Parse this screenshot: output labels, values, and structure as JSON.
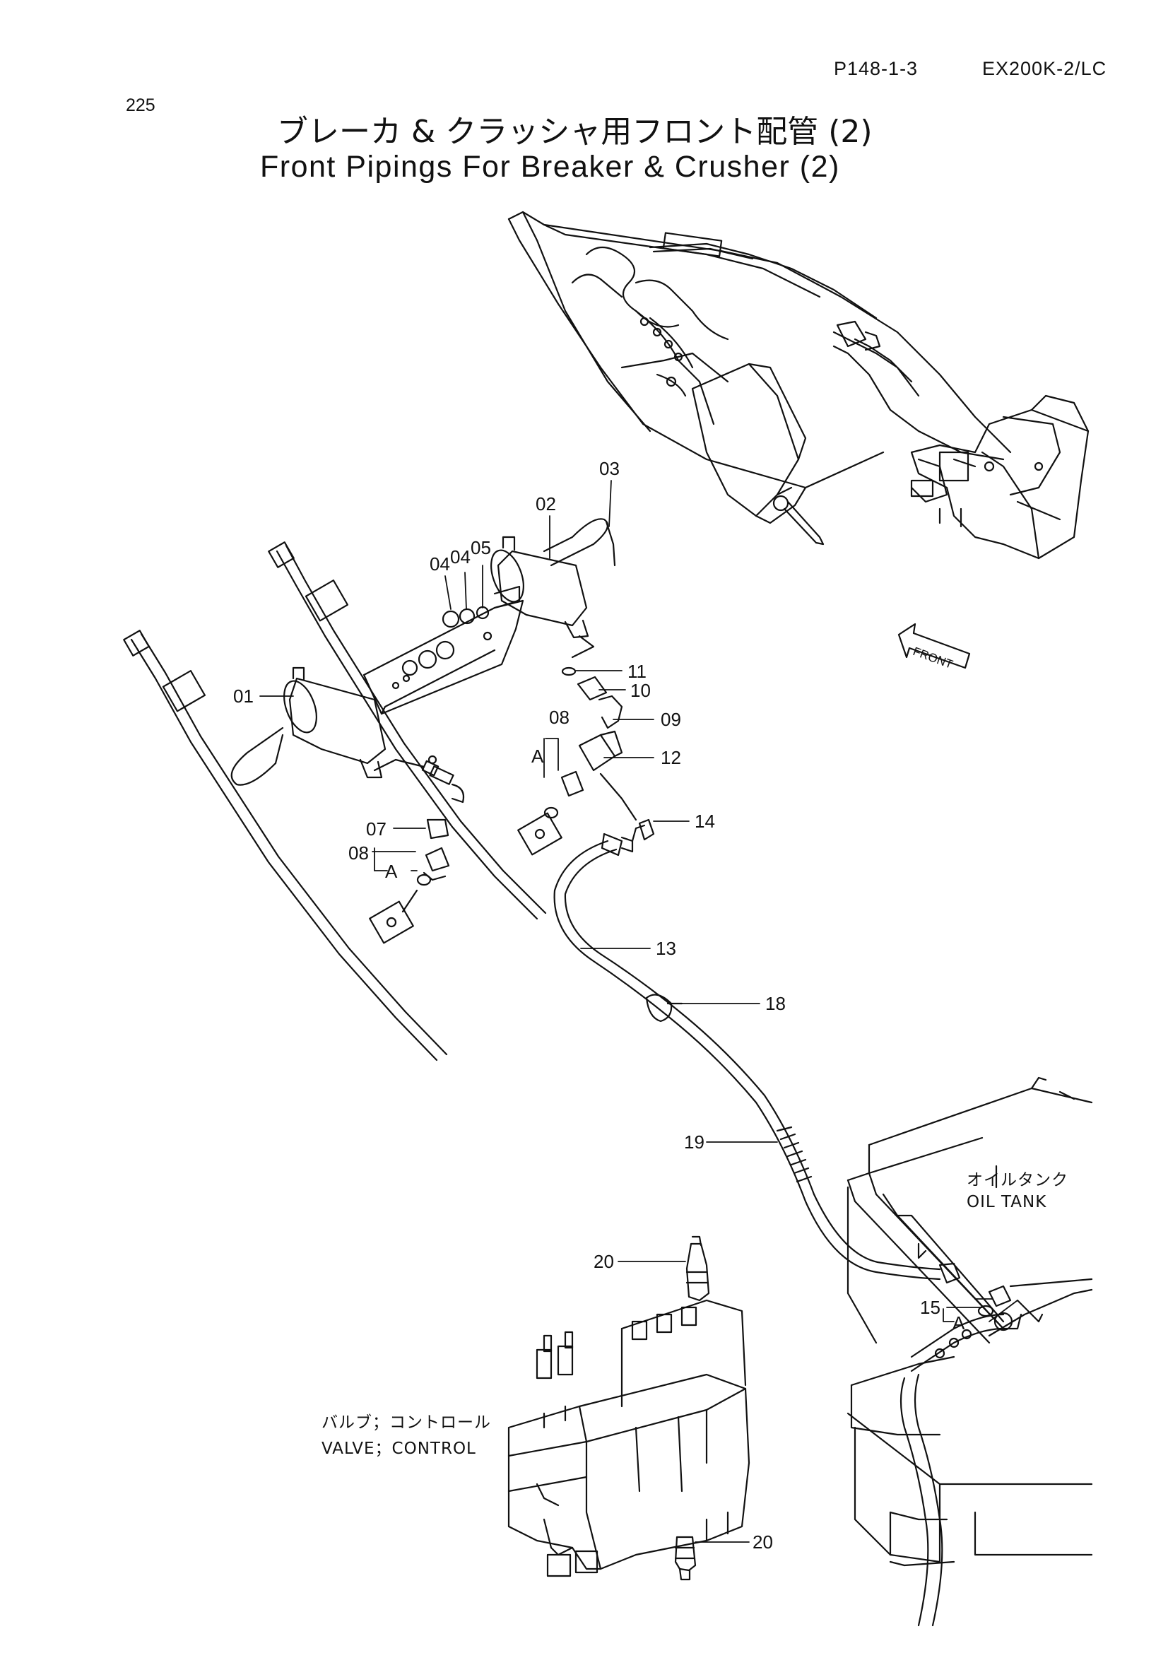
{
  "header": {
    "page_ref": "P148-1-3",
    "model": "EX200K-2/LC",
    "page_number": "225"
  },
  "title": {
    "japanese": "ブレーカ & クラッシャ用フロント配管 (2)",
    "english": "Front Pipings For Breaker & Crusher (2)"
  },
  "callouts": {
    "c01": "01",
    "c02": "02",
    "c03": "03",
    "c04a": "04",
    "c04b": "04",
    "c05": "05",
    "c07": "07",
    "c08a": "08",
    "c08b": "08",
    "c09": "09",
    "c10": "10",
    "c11": "11",
    "c12": "12",
    "c13": "13",
    "c14": "14",
    "c15": "15",
    "c18": "18",
    "c19": "19",
    "c20a": "20",
    "c20b": "20",
    "cA1": "A",
    "cA2": "A",
    "cA3": "A"
  },
  "captions": {
    "front": "FRONT",
    "oil_tank_jp": "オイルタンク",
    "oil_tank_en": "OIL TANK",
    "valve_jp": "バルブ；コントロール",
    "valve_en": "VALVE；CONTROL"
  }
}
